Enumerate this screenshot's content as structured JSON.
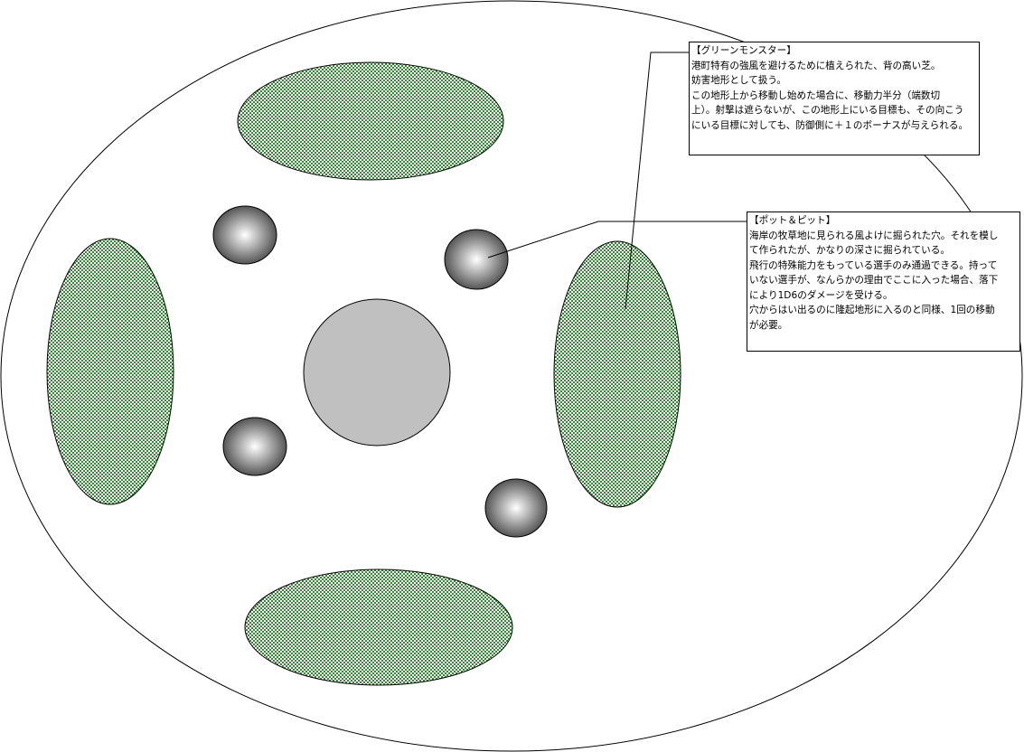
{
  "colors": {
    "turf": "#2e8b2e",
    "pit_dark": "#555555",
    "center": "#c0c0c0"
  },
  "notes": {
    "green_monster": {
      "lines": [
        "【グリーンモンスター】",
        "港町特有の強風を避けるために植えられた、背の高い芝。",
        "妨害地形として扱う。",
        "この地形上から移動し始めた場合に、移動力半分（端数切",
        "上）。射撃は遮らないが、この地形上にいる目標も、その向こう",
        "にいる目標に対しても、防御側に＋１のボーナスが与えられる。"
      ]
    },
    "pot_and_pit": {
      "lines": [
        "【ポット＆ピット】",
        "海岸の牧草地に見られる風よけに掘られた穴。それを模し",
        "て作られたが、かなりの深さに掘られている。",
        "飛行の特殊能力をもっている選手のみ通過できる。持って",
        "いない選手が、なんらかの理由でここに入った場合、落下",
        "により1D6のダメージを受ける。",
        "穴からはい出るのに隆起地形に入るのと同様、1回の移動",
        "が必要。"
      ]
    }
  }
}
